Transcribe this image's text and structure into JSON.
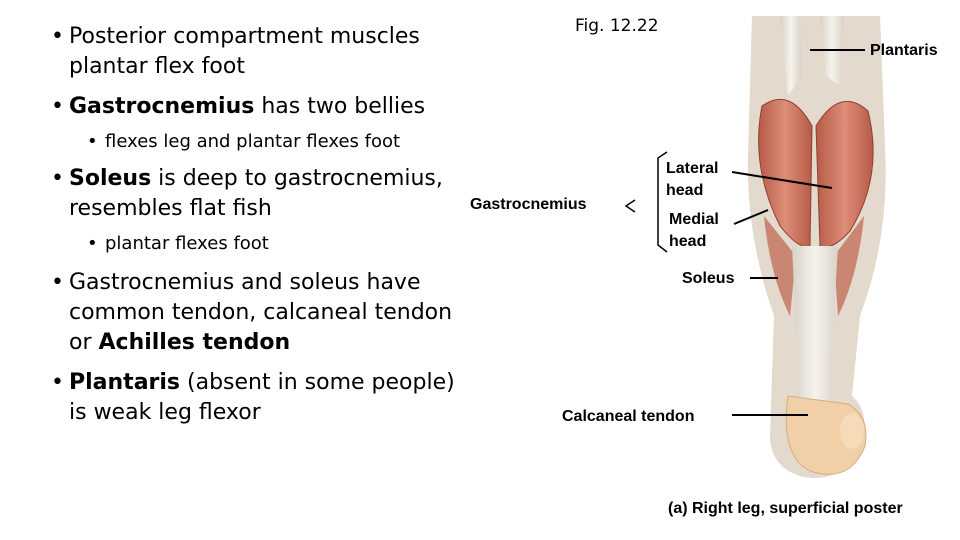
{
  "bullets": [
    {
      "pre": "Posterior compartment muscles plantar flex foot"
    },
    {
      "bold": "Gastrocnemius",
      "post": " has two bellies"
    },
    {
      "sub": "flexes leg and plantar flexes foot"
    },
    {
      "bold": "Soleus",
      "post": " is deep to gastrocnemius, resembles flat fish"
    },
    {
      "sub": "plantar flexes foot"
    },
    {
      "pre": "Gastrocnemius and soleus have common tendon, calcaneal tendon or ",
      "bold": "Achilles tendon"
    },
    {
      "bold": "Plantaris",
      "post": " (absent in some people) is weak leg flexor"
    }
  ],
  "figure": {
    "caption": "Fig. 12.22",
    "labels": {
      "plantaris": "Plantaris",
      "gastrocnemius": "Gastrocnemius",
      "lateral": "Lateral head",
      "medial": "Medial head",
      "soleus": "Soleus",
      "calcaneal": "Calcaneal tendon",
      "panel": "(a)  Right leg, superficial poster"
    }
  },
  "colors": {
    "muscle": "#c96a56",
    "tendon": "#e9e2d6",
    "skin": "#f1d0a8"
  }
}
